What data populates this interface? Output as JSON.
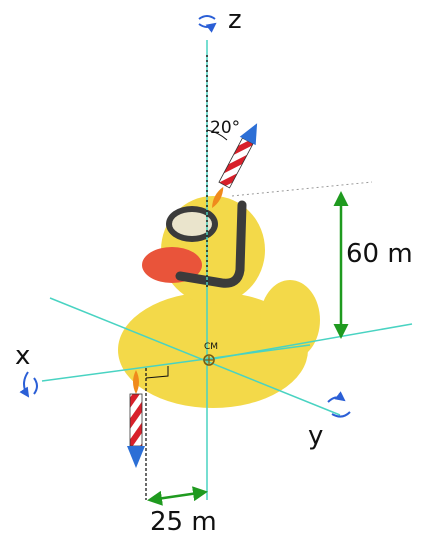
{
  "diagram": {
    "axes": {
      "z": "z",
      "x": "x",
      "y": "y"
    },
    "center_of_mass_label": "CM",
    "angle_label": "20°",
    "height_label": "60 m",
    "offset_label": "25 m",
    "colors": {
      "axis_line": "#49d3c2",
      "dimension_arrow": "#1f9a1f",
      "rotation_arrow": "#2b5fd6",
      "rocket_cap": "#2c6fd6",
      "rocket_stripe": "#d8202a",
      "flame": "#f08a1c",
      "duck_body": "#f2d63a",
      "duck_beak": "#e8462a",
      "snorkel": "#2b2b2b"
    }
  }
}
